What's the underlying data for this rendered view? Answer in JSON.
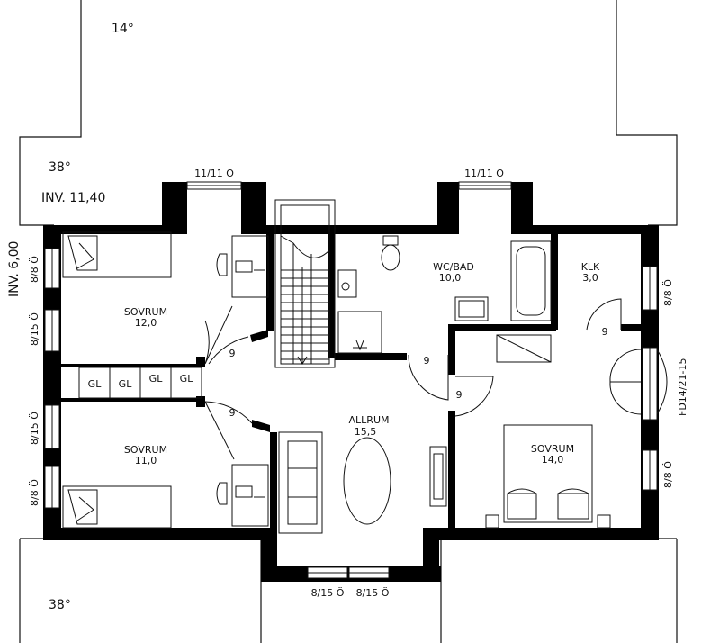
{
  "roof_labels": {
    "top_slope": "14°",
    "left_upper_slope": "38°",
    "left_lower_slope": "38°",
    "invert_upper": "INV. 11,40",
    "invert_side": "INV. 6,00"
  },
  "rooms": {
    "sovrum_top_left": {
      "name": "SOVRUM",
      "area": "12,0"
    },
    "sovrum_bottom_left": {
      "name": "SOVRUM",
      "area": "11,0"
    },
    "wc_bad": {
      "name": "WC/BAD",
      "area": "10,0"
    },
    "klk": {
      "name": "KLK",
      "area": "3,0"
    },
    "allrum": {
      "name": "ALLRUM",
      "area": "15,5"
    },
    "sovrum_right": {
      "name": "SOVRUM",
      "area": "14,0"
    }
  },
  "windows": {
    "top_left": "11/11 Ö",
    "top_right": "11/11 Ö",
    "left_1": "8/8 Ö",
    "left_2": "8/15 Ö",
    "left_3": "8/15 Ö",
    "left_4": "8/8 Ö",
    "right_1": "8/8 Ö",
    "right_2": "8/8 Ö",
    "bottom_left": "8/15 Ö",
    "bottom_right": "8/15 Ö",
    "balcony_door": "FD14/21-15"
  },
  "closets": [
    "GL",
    "GL",
    "GL",
    "GL"
  ],
  "door_widths": {
    "sovrum_top_left": "9",
    "sovrum_bottom_left": "9",
    "wc_bad": "9",
    "sovrum_right": "9",
    "klk": "9"
  }
}
